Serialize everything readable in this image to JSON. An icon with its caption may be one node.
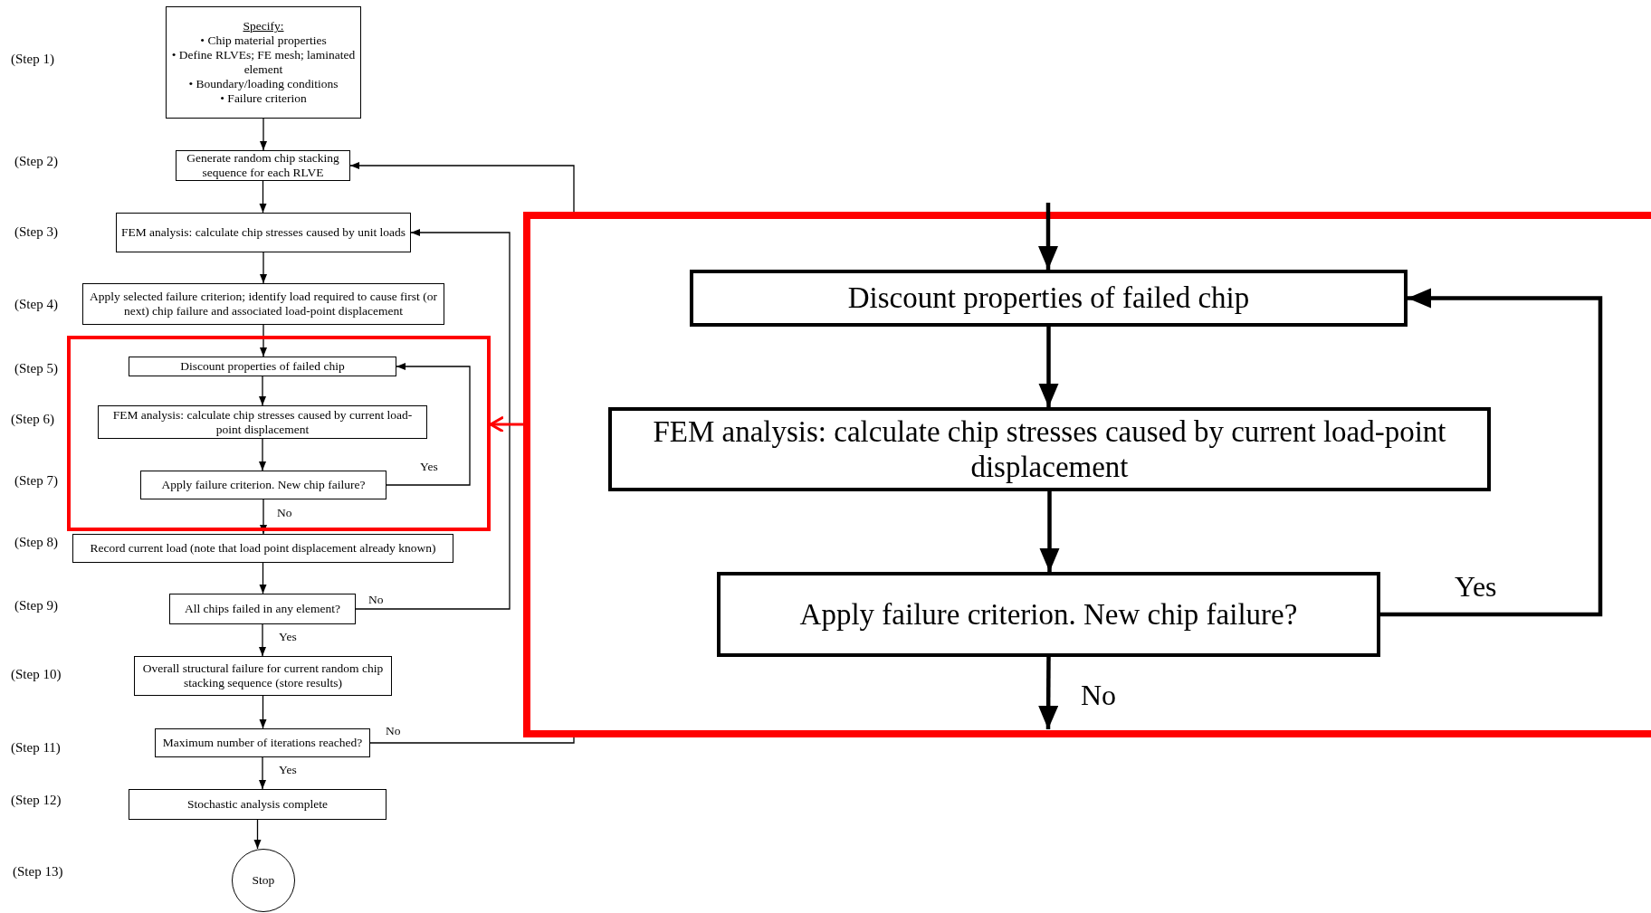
{
  "diagram": {
    "nodes": [
      {
        "text": [
          "Specify:",
          "• Chip material properties",
          "• Define RLVEs; FE mesh; laminated element",
          "• Boundary/loading conditions",
          "• Failure criterion"
        ]
      },
      {
        "text": [
          "Generate random chip stacking sequence for each RLVE"
        ]
      },
      {
        "text": [
          "FEM analysis: calculate chip stresses caused by unit loads"
        ]
      },
      {
        "text": [
          "Apply selected failure criterion; identify load required to cause first (or next) chip failure and associated load-point displacement"
        ]
      },
      {
        "text": [],
        "shape": "box"
      },
      {
        "text": [
          "Discount properties of failed chip"
        ],
        "in": 4
      },
      {
        "text": [
          "FEM analysis: calculate chip stresses caused by current load-point displacement"
        ],
        "in": 4
      },
      {
        "text": [
          "Apply failure criterion.   New chip failure?"
        ],
        "in": 4
      },
      {
        "text": [
          "Record current load (note that load point displacement already known)"
        ]
      },
      {
        "text": [
          "All chips failed in any element?"
        ]
      },
      {
        "text": [
          "Overall structural failure for current random chip stacking sequence (store results)"
        ]
      },
      {
        "text": [
          "Maximum number of iterations reached?"
        ]
      },
      {
        "text": [
          "Stochastic analysis complete"
        ]
      },
      {
        "text": [
          "Stop"
        ]
      },
      {
        "text": [],
        "shape": "box"
      },
      {
        "text": [
          "Discount properties of failed chip"
        ],
        "in": 14
      },
      {
        "text": [
          "FEM analysis: calculate chip stresses caused by current load-point displacement"
        ],
        "in": 14
      },
      {
        "text": [
          "Apply failure criterion.   New chip failure?"
        ],
        "in": 14
      }
    ],
    "edges": [
      {
        "from": 0,
        "to": 1,
        "arrow": "to"
      },
      {
        "from": 1,
        "to": 2,
        "arrow": "to"
      },
      {
        "from": 2,
        "to": 3,
        "arrow": "to"
      },
      {
        "from": 3,
        "to": 5,
        "arrow": "to"
      },
      {
        "from": 5,
        "to": 6,
        "arrow": "to"
      },
      {
        "from": 6,
        "to": 7,
        "arrow": "to"
      },
      {
        "from": 7,
        "to": 5,
        "arrow": "to",
        "label": "Yes"
      },
      {
        "from": 7,
        "to": 8,
        "arrow": "to",
        "label": "No"
      },
      {
        "from": 8,
        "to": 9,
        "arrow": "to"
      },
      {
        "from": 9,
        "to": 2,
        "arrow": "to",
        "label": "No"
      },
      {
        "from": 9,
        "to": 10,
        "arrow": "to",
        "label": "Yes"
      },
      {
        "from": 10,
        "to": 11,
        "arrow": "to"
      },
      {
        "from": 11,
        "to": 1,
        "arrow": "to",
        "label": "No"
      },
      {
        "from": 11,
        "to": 12,
        "arrow": "to",
        "label": "Yes"
      },
      {
        "from": 12,
        "to": 13,
        "arrow": "to"
      },
      {
        "from": 14,
        "to": 4,
        "arrow": "to",
        "color": "#ff0000"
      },
      {
        "from": null,
        "to": 15,
        "arrow": "to",
        "style": "thick"
      },
      {
        "from": 15,
        "to": 16,
        "arrow": "to",
        "style": "thick"
      },
      {
        "from": 16,
        "to": 17,
        "arrow": "to",
        "style": "thick"
      },
      {
        "from": 17,
        "to": 15,
        "arrow": "to",
        "label": "Yes",
        "style": "thick"
      },
      {
        "from": 17,
        "to": null,
        "arrow": "to",
        "label": "No",
        "style": "thick"
      }
    ],
    "labels": [
      "(Step 1)",
      "(Step 2)",
      "(Step 3)",
      "(Step 4)",
      "(Step 5)",
      "(Step 6)",
      "(Step 7)",
      "(Step 8)",
      "(Step 9)",
      "(Step 10)",
      "(Step 11)",
      "(Step 12)",
      "(Step 13)"
    ]
  }
}
